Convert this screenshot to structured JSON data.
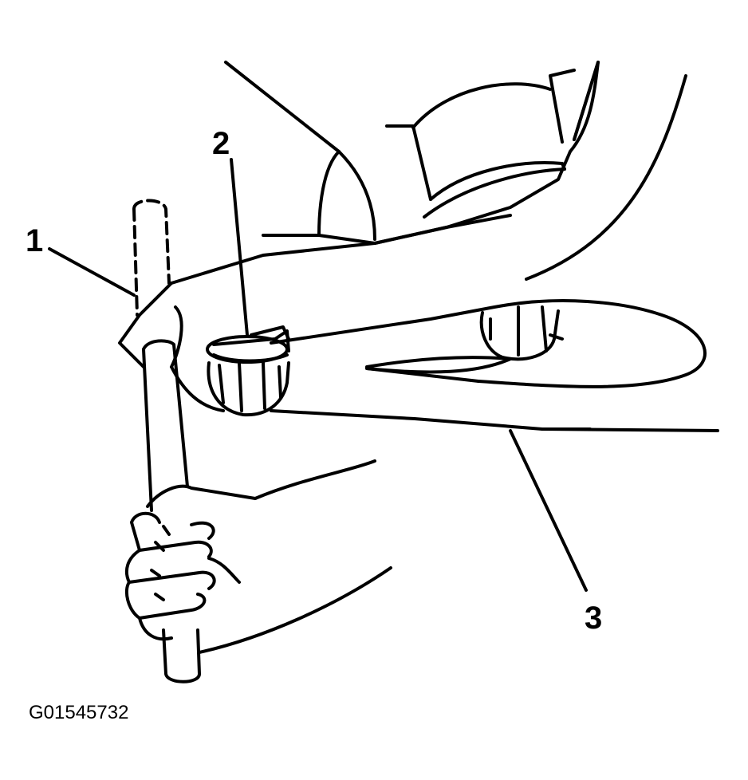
{
  "figure_id": "G01545732",
  "callouts": {
    "c1": "1",
    "c2": "2",
    "c3": "3"
  },
  "parts": [
    {
      "number": "1",
      "icon": "wrench-handle-icon"
    },
    {
      "number": "2",
      "icon": "bolt-nut-icon"
    },
    {
      "number": "3",
      "icon": "control-arm-icon"
    }
  ],
  "colors": {
    "line": "#000000",
    "background": "#ffffff"
  }
}
